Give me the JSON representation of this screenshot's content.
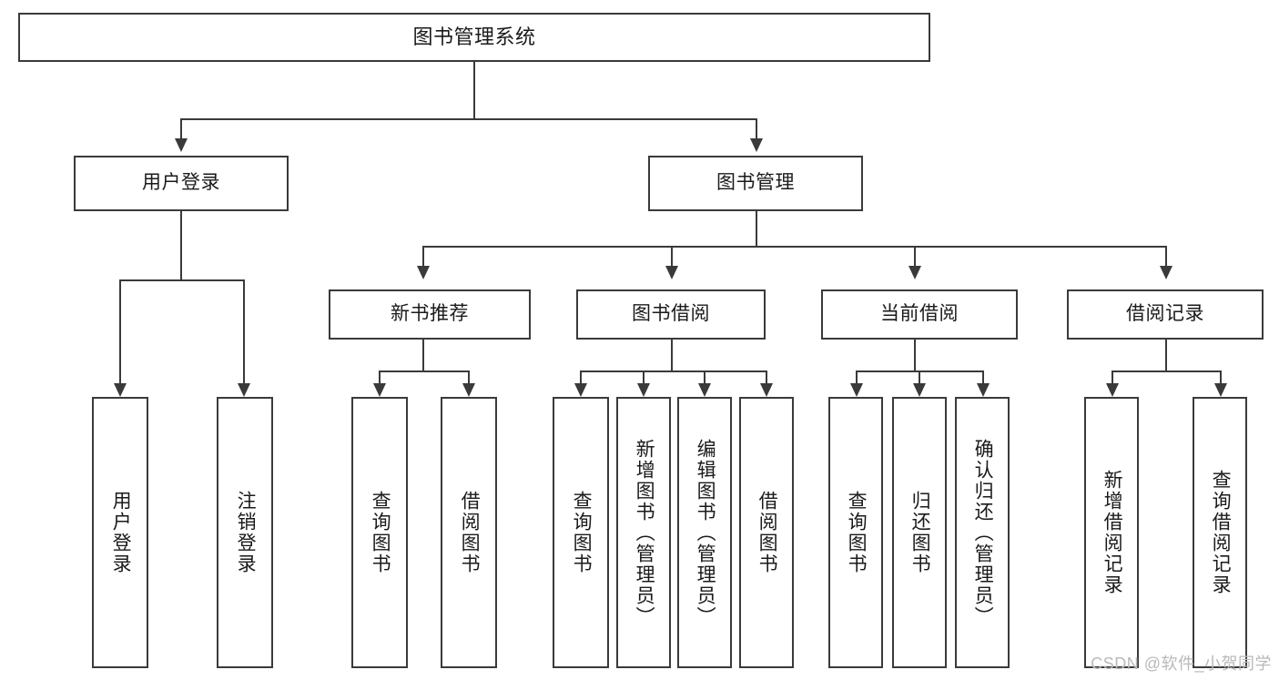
{
  "diagram": {
    "type": "tree-hierarchy",
    "title": "图书管理系统",
    "root": {
      "id": "root",
      "label": "图书管理系统",
      "level": 0
    },
    "level1": [
      {
        "id": "user-login",
        "label": "用户登录",
        "level": 1
      },
      {
        "id": "book-manage",
        "label": "图书管理",
        "level": 1
      }
    ],
    "level2": [
      {
        "id": "new-book-recommend",
        "label": "新书推荐",
        "parent": "book-manage",
        "level": 2
      },
      {
        "id": "book-borrow",
        "label": "图书借阅",
        "parent": "book-manage",
        "level": 2
      },
      {
        "id": "current-borrow",
        "label": "当前借阅",
        "parent": "book-manage",
        "level": 2
      },
      {
        "id": "borrow-record",
        "label": "借阅记录",
        "parent": "book-manage",
        "level": 2
      }
    ],
    "leaves": [
      {
        "id": "leaf-user-login",
        "label": "用户登录",
        "parent": "user-login"
      },
      {
        "id": "leaf-logout",
        "label": "注销登录",
        "parent": "user-login"
      },
      {
        "id": "leaf-query-book-1",
        "label": "查询图书",
        "parent": "new-book-recommend"
      },
      {
        "id": "leaf-borrow-book-1",
        "label": "借阅图书",
        "parent": "new-book-recommend"
      },
      {
        "id": "leaf-query-book-2",
        "label": "查询图书",
        "parent": "book-borrow"
      },
      {
        "id": "leaf-add-book",
        "label": "新增图书（管理员）",
        "parent": "book-borrow"
      },
      {
        "id": "leaf-edit-book",
        "label": "编辑图书（管理员）",
        "parent": "book-borrow"
      },
      {
        "id": "leaf-borrow-book-2",
        "label": "借阅图书",
        "parent": "book-borrow"
      },
      {
        "id": "leaf-query-book-3",
        "label": "查询图书",
        "parent": "current-borrow"
      },
      {
        "id": "leaf-return-book",
        "label": "归还图书",
        "parent": "current-borrow"
      },
      {
        "id": "leaf-confirm-return",
        "label": "确认归还（管理员）",
        "parent": "current-borrow"
      },
      {
        "id": "leaf-add-record",
        "label": "新增借阅记录",
        "parent": "borrow-record"
      },
      {
        "id": "leaf-query-record",
        "label": "查询借阅记录",
        "parent": "borrow-record"
      }
    ]
  },
  "watermark": {
    "text": "CSDN @软件_小贺同学"
  },
  "colors": {
    "stroke": "#3a3a3a",
    "text": "#1a1a1a",
    "background": "#ffffff",
    "watermark": "#b9b9b9"
  }
}
